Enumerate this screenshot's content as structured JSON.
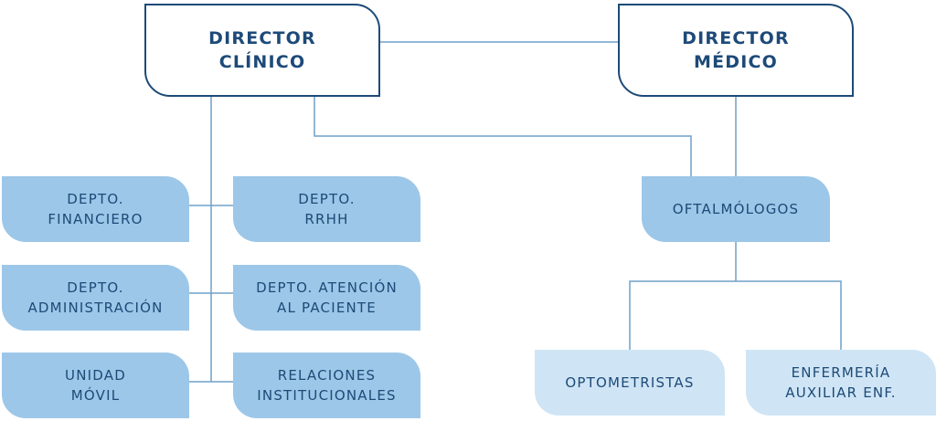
{
  "top_nodes": {
    "clinical_director": [
      "DIRECTOR",
      "CLÍNICO"
    ],
    "medical_director": [
      "DIRECTOR",
      "MÉDICO"
    ]
  },
  "departments": {
    "financiero": [
      "DEPTO.",
      "FINANCIERO"
    ],
    "rrhh": [
      "DEPTO.",
      "RRHH"
    ],
    "administracion": [
      "DEPTO.",
      "ADMINISTRACIÓN"
    ],
    "atencion": [
      "DEPTO. ATENCIÓN",
      "AL PACIENTE"
    ],
    "unidad_movil": [
      "UNIDAD",
      "MÓVIL"
    ],
    "relaciones": [
      "RELACIONES",
      "INSTITUCIONALES"
    ]
  },
  "medical_team": {
    "oftalmologos": [
      "OFTALMÓLOGOS"
    ],
    "optometristas": [
      "OPTOMETRISTAS"
    ],
    "enfermeria": [
      "ENFERMERÍA",
      "AUXILIAR ENF."
    ]
  },
  "colors": {
    "line": "#1d4a78",
    "connector": "#6fa0c8",
    "node_mid": "#9dc7e8",
    "node_light": "#cfe5f5"
  }
}
